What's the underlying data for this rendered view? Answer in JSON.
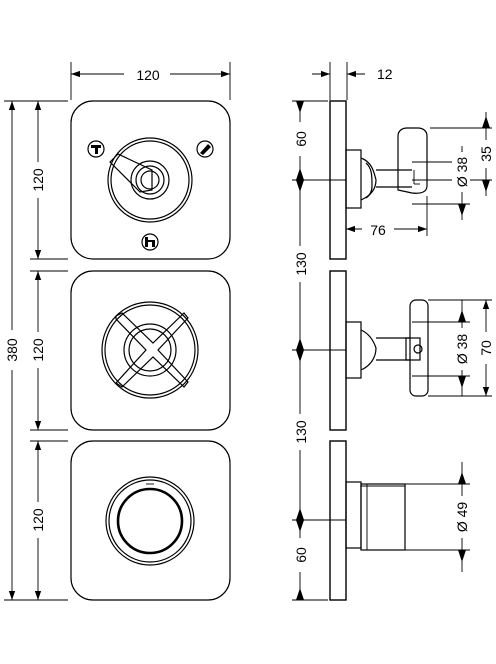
{
  "drawing": {
    "front_view": {
      "panel_width": "120",
      "panel_heights": [
        "120",
        "120",
        "120"
      ],
      "overall_height": "380"
    },
    "side_view": {
      "plate_depth": "12",
      "top_offset": "60",
      "bottom_offset": "60",
      "spacing_upper": "130",
      "spacing_lower": "130",
      "lever_height": "35",
      "diverter_dia": "Ø 38",
      "lever_projection": "76",
      "valve_dia": "Ø 38",
      "cross_handle_height": "70",
      "thermostat_dia": "Ø 49"
    }
  }
}
